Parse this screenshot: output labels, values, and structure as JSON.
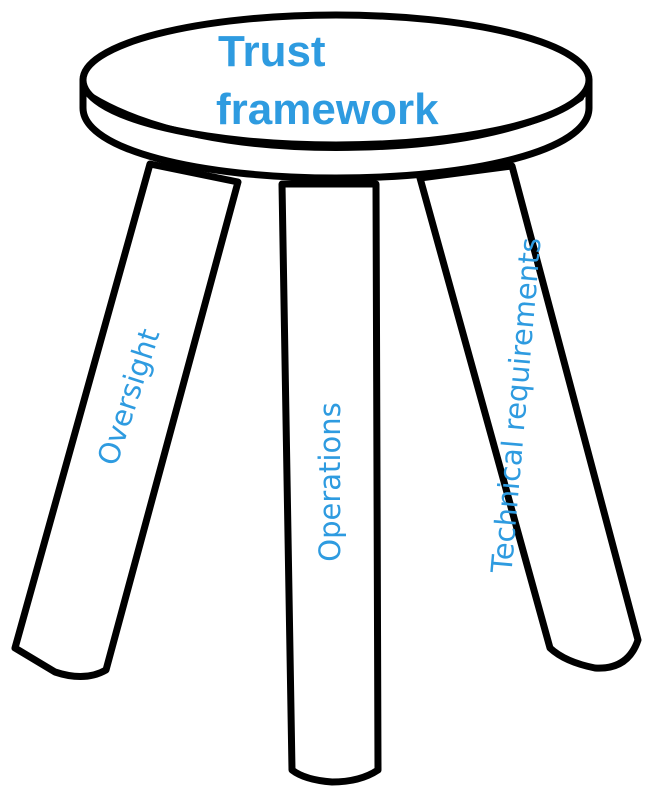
{
  "diagram": {
    "title_line1": "Trust",
    "title_line2": "framework",
    "legs": {
      "left": "Oversight",
      "middle": "Operations",
      "right": "Technical requirements"
    }
  },
  "colors": {
    "accent": "#2e9be0",
    "outline": "#000000",
    "fill": "#ffffff"
  }
}
